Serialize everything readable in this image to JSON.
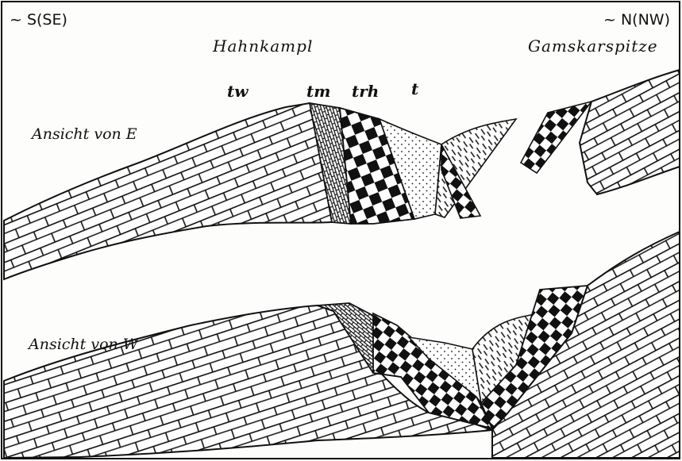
{
  "orientation": {
    "left": "~ S(SE)",
    "right": "~ N(NW)"
  },
  "peaks": {
    "left": "Hahnkampl",
    "right": "Gamskarspitze"
  },
  "units": {
    "tw": "tw",
    "tm": "tm",
    "trh": "trh",
    "t": "t"
  },
  "views": {
    "east": "Ansicht von E",
    "west": "Ansicht von W"
  }
}
